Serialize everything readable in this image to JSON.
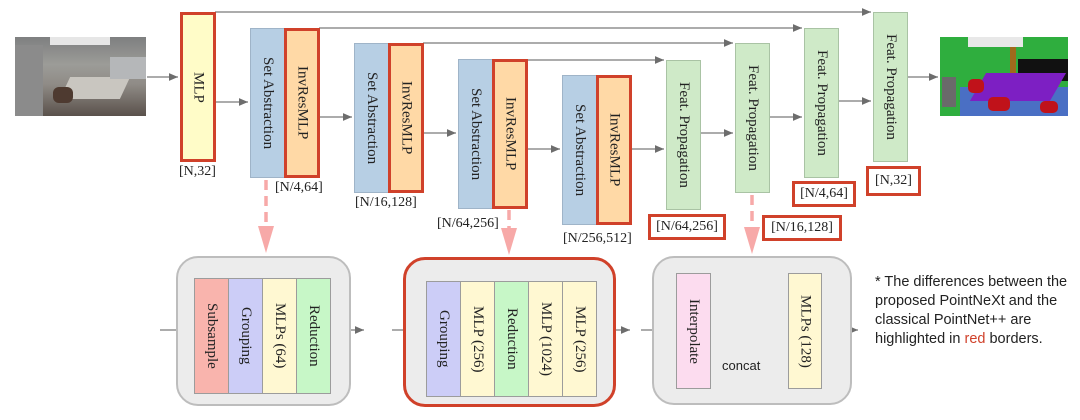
{
  "encoder": {
    "stem": {
      "label": "MLP",
      "dims": "[N,32]"
    },
    "stages": [
      {
        "sa_label": "Set Abstraction",
        "block_label": "InvResMLP",
        "dims": "[N/4,64]"
      },
      {
        "sa_label": "Set Abstraction",
        "block_label": "InvResMLP",
        "dims": "[N/16,128]"
      },
      {
        "sa_label": "Set Abstraction",
        "block_label": "InvResMLP",
        "dims": "[N/64,256]"
      },
      {
        "sa_label": "Set Abstraction",
        "block_label": "InvResMLP",
        "dims": "[N/256,512]"
      }
    ]
  },
  "decoder": {
    "stages": [
      {
        "label": "Feat. Propagation",
        "dims": "[N/64,256]"
      },
      {
        "label": "Feat. Propagation",
        "dims": "[N/16,128]"
      },
      {
        "label": "Feat. Propagation",
        "dims": "[N/4,64]"
      },
      {
        "label": "Feat. Propagation",
        "dims": "[N,32]"
      }
    ]
  },
  "images": {
    "input": "input-point-cloud-room-scene",
    "output": "output-segmentation-room-scene"
  },
  "detail_panels": {
    "set_abstraction": {
      "cells": [
        "Subsample",
        "Grouping",
        "MLPs (64)",
        "Reduction"
      ],
      "colors": [
        "#f9b4ad",
        "#cccdf7",
        "#fff8d2",
        "#c7f7c7"
      ]
    },
    "invresmlp": {
      "cells": [
        "Grouping",
        "MLP (256)",
        "Reduction",
        "MLP (1024)",
        "MLP (256)"
      ],
      "colors": [
        "#cccdf7",
        "#fff8d2",
        "#c7f7c7",
        "#fff8d2",
        "#fff8d2"
      ]
    },
    "feature_propagation": {
      "interpolate": "Interpolate",
      "concat": "concat",
      "mlps": "MLPs (128)",
      "colors": [
        "#fcdcef",
        "#fff8d2"
      ]
    }
  },
  "note": {
    "prefix": "* The differences between the proposed PointNeXt and the classical PointNet++ are highlighted in ",
    "highlight": "red",
    "suffix": " borders."
  },
  "colors": {
    "highlight_red": "#d0412a",
    "mlp_fill": "#fffcc8",
    "set_abstraction_fill": "#b7cfe4",
    "invresmlp_fill": "#ffd9a6",
    "feat_propagation_fill": "#cfeac8",
    "dashed_arrow": "#f7a9a8"
  }
}
